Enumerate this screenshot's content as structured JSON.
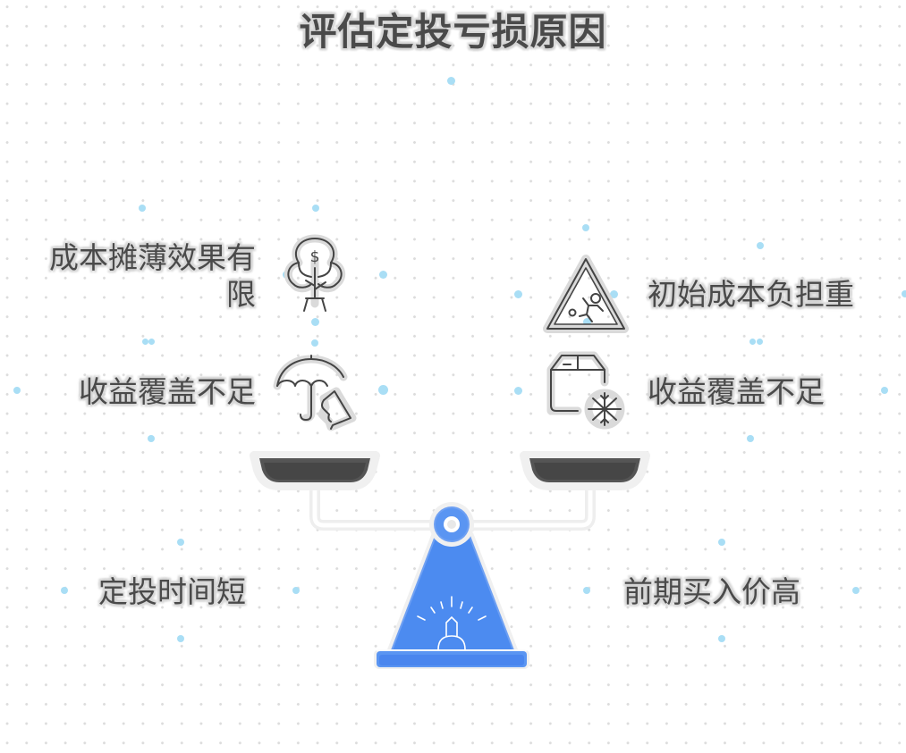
{
  "title": "评估定投亏损原因",
  "left": {
    "items": [
      {
        "label": "成本摊薄效果有\n限",
        "line1": "成本摊薄效果有",
        "line2": "限",
        "icon": "money-tree-icon"
      },
      {
        "label": "收益覆盖不足",
        "icon": "umbrella-hand-icon"
      }
    ],
    "base_label": "定投时间短"
  },
  "right": {
    "items": [
      {
        "label": "初始成本负担重",
        "icon": "warning-triangle-running-icon"
      },
      {
        "label": "收益覆盖不足",
        "icon": "frozen-box-icon"
      }
    ],
    "base_label": "前期买入价高"
  },
  "scale": {
    "pan_color": "#4a4a4a",
    "base_color": "#4c8bf0",
    "base_icon": "siren-light-icon"
  },
  "colors": {
    "text": "#4a4a4a",
    "accent_blue": "#4c8bf0",
    "dot_grid": "#dcdcdc",
    "bubble": "#a9def5"
  }
}
